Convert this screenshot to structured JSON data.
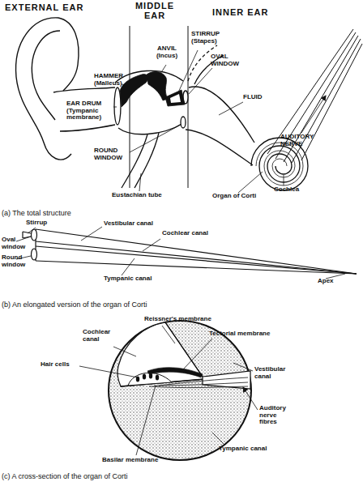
{
  "diagram": {
    "labels": [
      "EXTERNAL EAR",
      "MIDDLE EAR",
      "INNER EAR",
      "HAMMER (Malleus)",
      "ANVIL (Incus)",
      "STIRRUP (Stapes)",
      "OVAL WINDOW",
      "EAR DRUM (Tympanic membrane)",
      "ROUND WINDOW",
      "FLUID",
      "AUDITORY NERVE",
      "Eustachian tube",
      "Cochlea",
      "Organ of Corti",
      "(a) The total structure",
      "Stirrup",
      "Vestibular canal",
      "Oval window",
      "Cochlear canal",
      "Round window",
      "Tympanic canal",
      "Apex",
      "(b) An elongated version of the organ of Corti",
      "Reissner's membrane",
      "Cochlear canal",
      "Tectorial membrane",
      "Hair cells",
      "Vestibular canal",
      "Auditory nerve fibres",
      "Tympanic canal",
      "Basilar membrane",
      "(c) A cross-section of the organ of Corti"
    ]
  }
}
